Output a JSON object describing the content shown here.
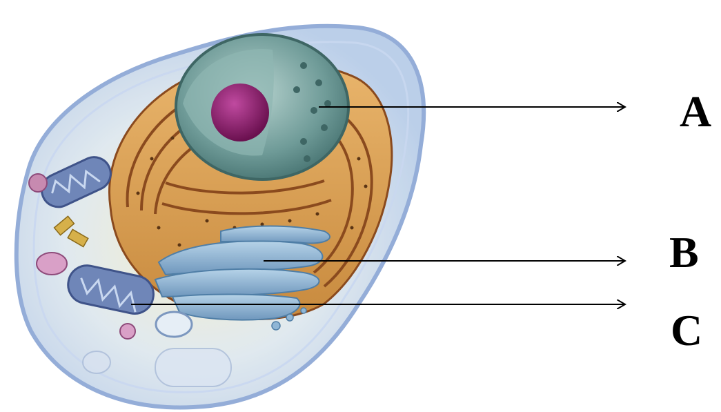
{
  "labels": [
    {
      "id": "A",
      "text": "A"
    },
    {
      "id": "B",
      "text": "B"
    },
    {
      "id": "C",
      "text": "C"
    }
  ],
  "colors": {
    "cytoplasm": "#cfe0ee",
    "membrane": "#9fb8dd",
    "er": "#d9a25a",
    "er_dark": "#8a4a1e",
    "nucleus": "#7fa8a6",
    "nucleolus": "#8e1f6e",
    "golgi": "#8fb6d6",
    "mitochondria": "#6f86b8",
    "arrow": "#000000"
  }
}
